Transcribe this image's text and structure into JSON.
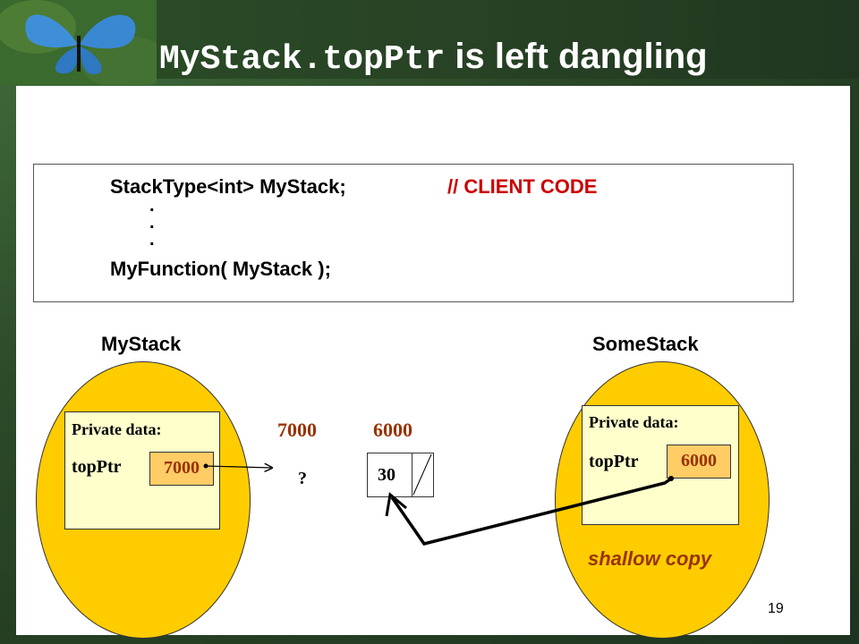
{
  "slide": {
    "title_code": "MyStack.topPtr",
    "title_text": " is left dangling",
    "page_number": "19"
  },
  "code": {
    "line1": "StackType<int>  MyStack;",
    "comment": "// CLIENT CODE",
    "dot": ".",
    "line_last": "MyFunction( MyStack );"
  },
  "mystack": {
    "label": "MyStack",
    "private_label": "Private  data:",
    "field": "topPtr",
    "value": "7000"
  },
  "somestack": {
    "label": "SomeStack",
    "private_label": "Private  data:",
    "field": "topPtr",
    "value": "6000",
    "note": "shallow copy"
  },
  "memory": {
    "addr1": "7000",
    "addr2": "6000",
    "unknown": "?",
    "node_value": "30"
  },
  "colors": {
    "oval": "#ffcc00",
    "panel": "#ffffcc",
    "value_box": "#ffcc66",
    "accent_text": "#993300",
    "comment": "#cc0000"
  }
}
